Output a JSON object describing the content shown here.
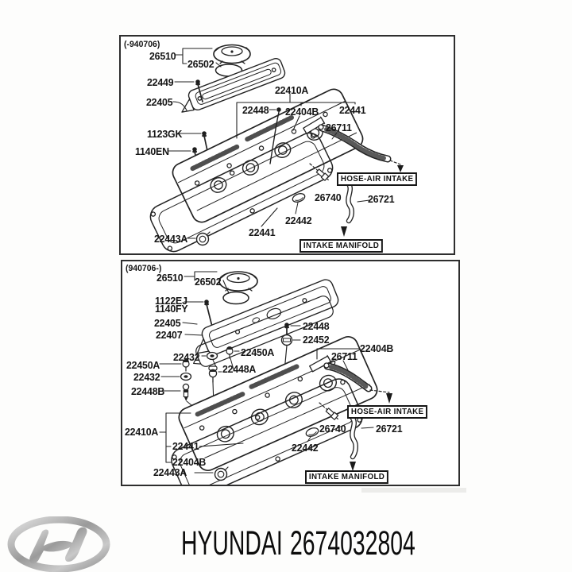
{
  "panels": [
    {
      "variant_code": "(-940706)",
      "labels": {
        "p26510": "26510",
        "p26502": "26502",
        "p22449": "22449",
        "p22405": "22405",
        "p22410A": "22410A",
        "p22448": "22448",
        "p22404B": "22404B",
        "p22441_top": "22441",
        "p26711": "26711",
        "p1123GK": "1123GK",
        "p1140EN": "1140EN",
        "p26740": "26740",
        "p26721": "26721",
        "p22442": "22442",
        "p22441_bottom": "22441",
        "p22443A": "22443A",
        "hose_air_intake": "HOSE-AIR INTAKE",
        "intake_manifold": "INTAKE MANIFOLD"
      }
    },
    {
      "variant_code": "(940706-)",
      "labels": {
        "p26510": "26510",
        "p26502": "26502",
        "p1122EJ": "1122EJ",
        "p1140FY": "1140FY",
        "p22405": "22405",
        "p22407": "22407",
        "p22448": "22448",
        "p22452": "22452",
        "p22450A_top": "22450A",
        "p22432_top": "22432",
        "p22404B_top": "22404B",
        "p26711": "26711",
        "p22450A_left": "22450A",
        "p22448A": "22448A",
        "p22432_left": "22432",
        "p22448B": "22448B",
        "p26740": "26740",
        "p26721": "26721",
        "p22410A": "22410A",
        "p22441": "22441",
        "p22442": "22442",
        "p22404B_bottom": "22404B",
        "p22443A": "22443A",
        "hose_air_intake": "HOSE-AIR INTAKE",
        "intake_manifold": "INTAKE MANIFOLD"
      }
    }
  ],
  "footer": {
    "brand": "HYUNDAI",
    "part_number": "2674032804"
  }
}
